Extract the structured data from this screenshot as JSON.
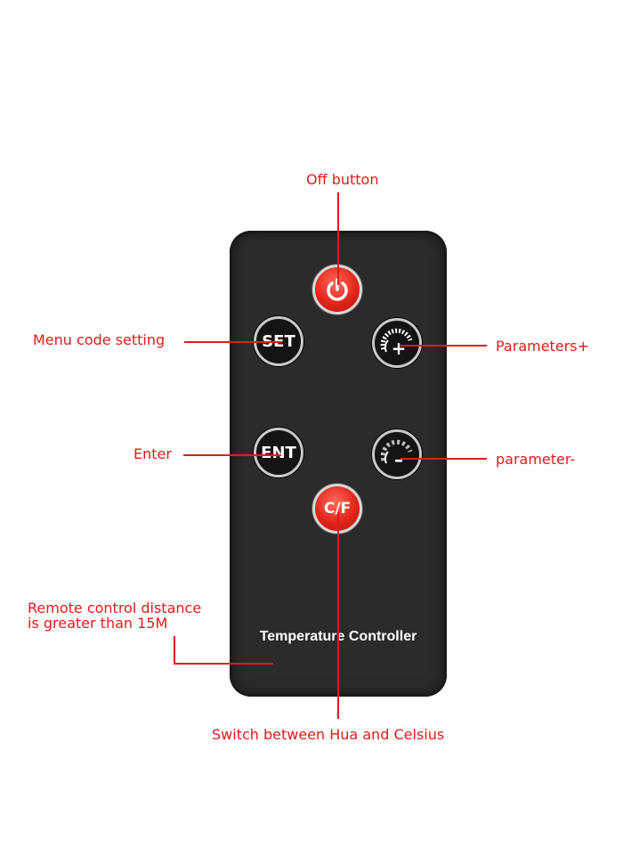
{
  "remote": {
    "brand": "Temperature Controller",
    "buttons": {
      "power": "",
      "set": "SET",
      "plus": "+",
      "ent": "ENT",
      "minus": "–",
      "cf": "C/F"
    }
  },
  "callouts": {
    "off_button": "Off button",
    "menu_code_setting": "Menu code setting",
    "parameters_plus": "Parameters+",
    "enter": "Enter",
    "parameter_minus": "parameter-",
    "distance_line1": "Remote control distance",
    "distance_line2": "is greater than 15M",
    "switch_units": "Switch between Hua and Celsius"
  },
  "colors": {
    "callout": "#e31b1b",
    "remote_body": "#2b2b2b",
    "red_button": "#e2251a"
  },
  "icons": [
    "power-icon",
    "gauge-plus-icon",
    "gauge-minus-icon"
  ]
}
